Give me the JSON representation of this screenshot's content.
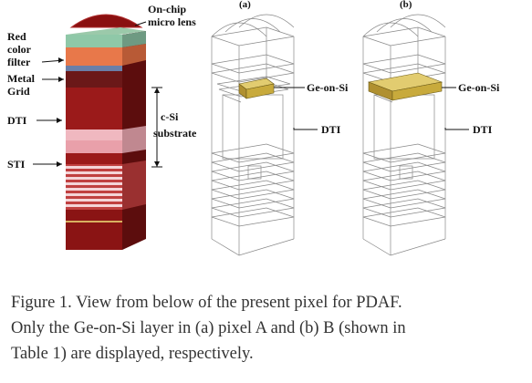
{
  "figure": {
    "panel_a_label": "(a)",
    "panel_b_label": "(b)",
    "labels": {
      "microlens": [
        "On-chip",
        "micro lens"
      ],
      "red_filter": [
        "Red",
        "color",
        "filter"
      ],
      "metal_grid": [
        "Metal",
        "Grid"
      ],
      "dti_left": "DTI",
      "substrate": [
        "c-Si",
        "substrate"
      ],
      "sti": "STI",
      "ge_a": "Ge-on-Si",
      "dti_a": "DTI",
      "ge_b": "Ge-on-Si",
      "dti_b": "DTI"
    },
    "colors": {
      "dark_red": "#7a1212",
      "red": "#9b1a1a",
      "orange": "#e8784a",
      "mint": "#8fc8a8",
      "pink": "#f0b8c0",
      "ge_gold": "#c8aa3c"
    }
  },
  "caption": {
    "lines": [
      "Figure 1. View from below of the present pixel for PDAF.",
      "Only the Ge-on-Si layer in (a) pixel A and (b) B (shown in",
      "Table 1) are displayed, respectively."
    ]
  }
}
